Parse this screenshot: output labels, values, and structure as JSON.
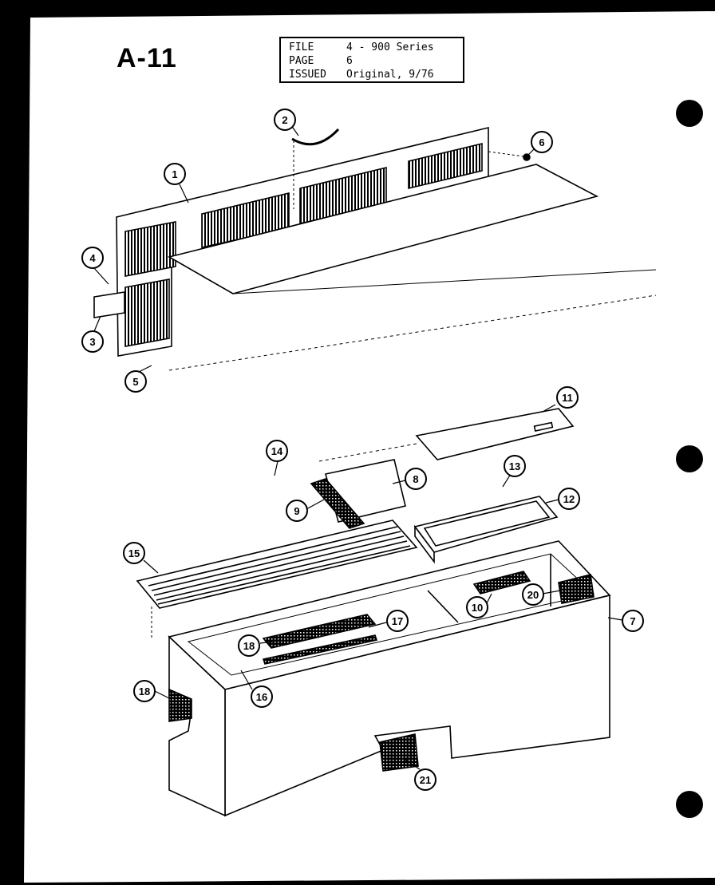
{
  "page_label": "A-11",
  "file_block": {
    "rows": [
      {
        "key": "FILE",
        "value": "4 - 900 Series"
      },
      {
        "key": "PAGE",
        "value": "6"
      },
      {
        "key": "ISSUED",
        "value": "Original, 9/76"
      }
    ]
  },
  "callouts": [
    {
      "id": "c1",
      "label": "1"
    },
    {
      "id": "c2",
      "label": "2"
    },
    {
      "id": "c3",
      "label": "3"
    },
    {
      "id": "c4",
      "label": "4"
    },
    {
      "id": "c5",
      "label": "5"
    },
    {
      "id": "c6",
      "label": "6"
    },
    {
      "id": "c7",
      "label": "7"
    },
    {
      "id": "c8",
      "label": "8"
    },
    {
      "id": "c9",
      "label": "9"
    },
    {
      "id": "c10",
      "label": "10"
    },
    {
      "id": "c11",
      "label": "11"
    },
    {
      "id": "c12",
      "label": "12"
    },
    {
      "id": "c13",
      "label": "13"
    },
    {
      "id": "c14",
      "label": "14"
    },
    {
      "id": "c15",
      "label": "15"
    },
    {
      "id": "c16",
      "label": "16"
    },
    {
      "id": "c17",
      "label": "17"
    },
    {
      "id": "c18a",
      "label": "18"
    },
    {
      "id": "c18b",
      "label": "18"
    },
    {
      "id": "c20",
      "label": "20"
    },
    {
      "id": "c21",
      "label": "21"
    }
  ],
  "colors": {
    "ink": "#000000",
    "paper": "#ffffff"
  }
}
